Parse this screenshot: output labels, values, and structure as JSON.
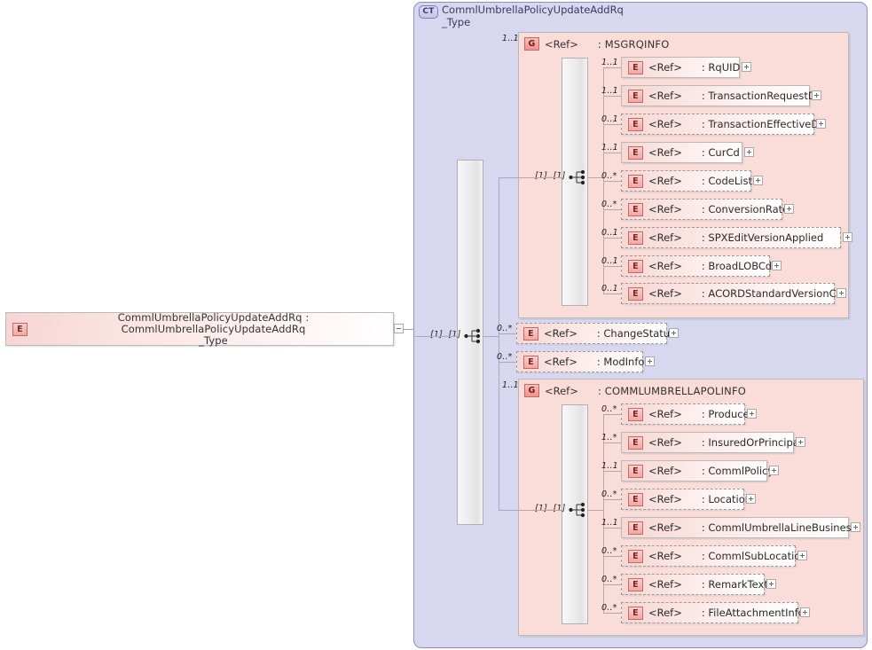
{
  "diagram": {
    "type": "xml-schema-diagram",
    "root_element": {
      "badge": "E",
      "icon_name": "element-badge",
      "label": "CommlUmbrellaPolicyUpdateAddRq : CommlUmbrellaPolicyUpdateAddRq\n_Type",
      "toggle": "minus"
    },
    "complex_type": {
      "badge": "CT",
      "icon_name": "complextype-badge",
      "title": "CommlUmbrellaPolicyUpdateAddRq\n_Type",
      "compositor": "sequence",
      "compositor_cardinality": "[1]..[1]"
    },
    "children": [
      {
        "kind": "group",
        "badge": "G",
        "ref": "<Ref>",
        "name": ": MSGRQINFO",
        "cardinality": "1..1",
        "compositor": "sequence",
        "compositor_cardinality": "[1]..[1]",
        "members": [
          {
            "badge": "E",
            "ref": "<Ref>",
            "name": ": RqUID",
            "cardinality": "1..1",
            "optional": false,
            "toggle": "plus"
          },
          {
            "badge": "E",
            "ref": "<Ref>",
            "name": ": TransactionRequestDt",
            "cardinality": "1..1",
            "optional": false,
            "toggle": "plus"
          },
          {
            "badge": "E",
            "ref": "<Ref>",
            "name": ": TransactionEffectiveDt",
            "cardinality": "0..1",
            "optional": true,
            "toggle": "plus"
          },
          {
            "badge": "E",
            "ref": "<Ref>",
            "name": ": CurCd",
            "cardinality": "1..1",
            "optional": false,
            "toggle": "plus"
          },
          {
            "badge": "E",
            "ref": "<Ref>",
            "name": ": CodeList",
            "cardinality": "0..*",
            "optional": true,
            "toggle": "plus"
          },
          {
            "badge": "E",
            "ref": "<Ref>",
            "name": ": ConversionRate",
            "cardinality": "0..*",
            "optional": true,
            "toggle": "plus"
          },
          {
            "badge": "E",
            "ref": "<Ref>",
            "name": ": SPXEditVersionApplied",
            "cardinality": "0..1",
            "optional": true,
            "toggle": "plus"
          },
          {
            "badge": "E",
            "ref": "<Ref>",
            "name": ": BroadLOBCd",
            "cardinality": "0..1",
            "optional": true,
            "toggle": "plus"
          },
          {
            "badge": "E",
            "ref": "<Ref>",
            "name": ": ACORDStandardVersionCd",
            "cardinality": "0..1",
            "optional": true,
            "toggle": "plus"
          }
        ]
      },
      {
        "kind": "element",
        "badge": "E",
        "ref": "<Ref>",
        "name": ": ChangeStatus",
        "cardinality": "0..*",
        "optional": true,
        "toggle": "plus"
      },
      {
        "kind": "element",
        "badge": "E",
        "ref": "<Ref>",
        "name": ": ModInfo",
        "cardinality": "0..*",
        "optional": true,
        "toggle": "plus"
      },
      {
        "kind": "group",
        "badge": "G",
        "ref": "<Ref>",
        "name": ": COMMLUMBRELLAPOLINFO",
        "cardinality": "1..1",
        "compositor": "sequence",
        "compositor_cardinality": "[1]..[1]",
        "members": [
          {
            "badge": "E",
            "ref": "<Ref>",
            "name": ": Producer",
            "cardinality": "0..*",
            "optional": true,
            "toggle": "plus"
          },
          {
            "badge": "E",
            "ref": "<Ref>",
            "name": ": InsuredOrPrincipal",
            "cardinality": "1..*",
            "optional": false,
            "toggle": "plus"
          },
          {
            "badge": "E",
            "ref": "<Ref>",
            "name": ": CommlPolicy",
            "cardinality": "1..1",
            "optional": false,
            "toggle": "plus"
          },
          {
            "badge": "E",
            "ref": "<Ref>",
            "name": ": Location",
            "cardinality": "0..*",
            "optional": true,
            "toggle": "plus"
          },
          {
            "badge": "E",
            "ref": "<Ref>",
            "name": ": CommlUmbrellaLineBusiness",
            "cardinality": "1..1",
            "optional": false,
            "toggle": "plus"
          },
          {
            "badge": "E",
            "ref": "<Ref>",
            "name": ": CommlSubLocation",
            "cardinality": "0..*",
            "optional": true,
            "toggle": "plus"
          },
          {
            "badge": "E",
            "ref": "<Ref>",
            "name": ": RemarkText",
            "cardinality": "0..*",
            "optional": true,
            "toggle": "plus"
          },
          {
            "badge": "E",
            "ref": "<Ref>",
            "name": ": FileAttachmentInfo",
            "cardinality": "0..*",
            "optional": true,
            "toggle": "plus"
          }
        ]
      }
    ],
    "colors": {
      "element_fill_start": "#f6d6d4",
      "group_fill": "#fadcd9",
      "complextype_fill": "#d7d7ef",
      "complextype_border": "#8e8ec4",
      "badge_element": "#f0a9a4",
      "connector_line": "#b9a5a5"
    }
  }
}
